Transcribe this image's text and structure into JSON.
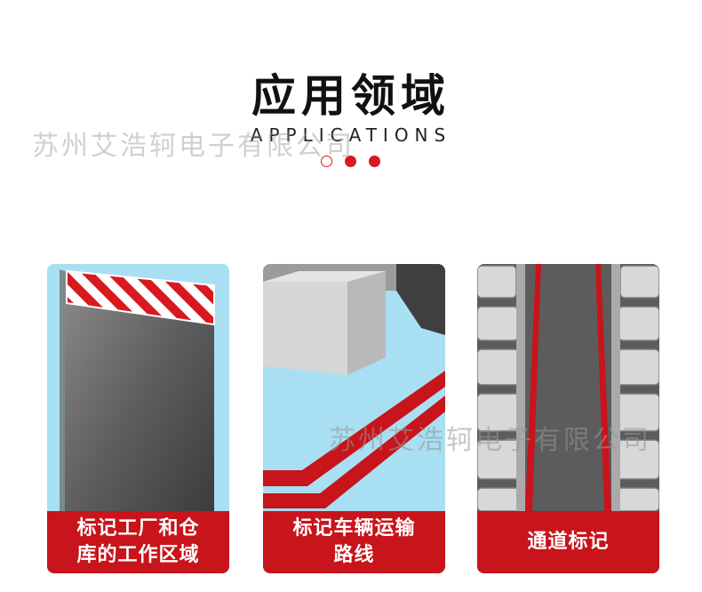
{
  "header": {
    "title": "应用领域",
    "subtitle": "APPLICATIONS"
  },
  "watermark": {
    "text_1": "苏州艾浩轲电子有限公司",
    "text_2": "苏州艾浩轲电子有限公司"
  },
  "cards": [
    {
      "label_line1": "标记工厂和仓",
      "label_line2": "库的工作区域"
    },
    {
      "label_line1": "标记车辆运输",
      "label_line2": "路线"
    },
    {
      "label_line1": "通道标记",
      "label_line2": ""
    }
  ],
  "colors": {
    "accent": "#c8141b",
    "floor_blue": "#a9dff2",
    "aisle_gray": "#5c5c5c"
  }
}
